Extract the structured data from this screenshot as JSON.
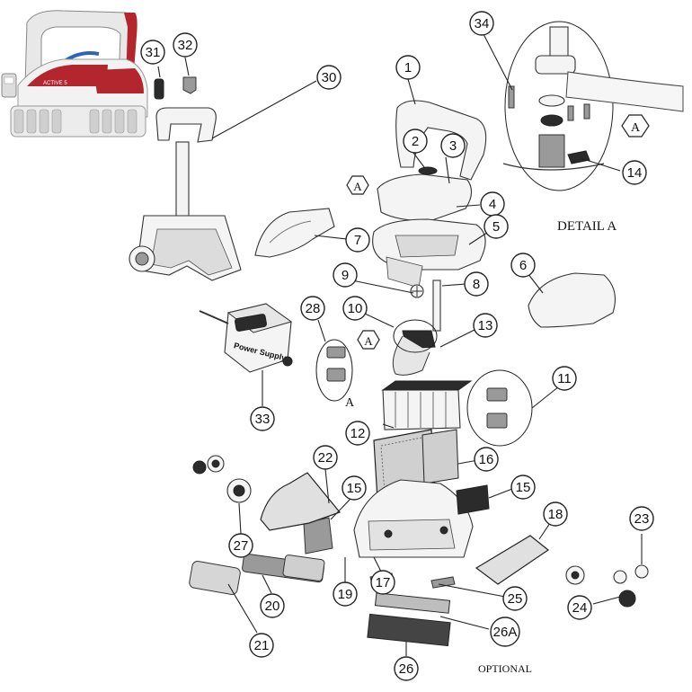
{
  "callouts": [
    "1",
    "2",
    "3",
    "4",
    "5",
    "6",
    "7",
    "8",
    "9",
    "10",
    "11",
    "12",
    "13",
    "14",
    "15",
    "15",
    "16",
    "17",
    "18",
    "19",
    "20",
    "21",
    "22",
    "23",
    "24",
    "25",
    "26A",
    "26",
    "27",
    "28",
    "30",
    "31",
    "32",
    "33",
    "34"
  ],
  "letters": {
    "hex_a1": "A",
    "hex_a2": "A",
    "hex_a3": "A",
    "plain_a": "A"
  },
  "texts": {
    "detail_a": "DETAIL A",
    "optional": "OPTIONAL",
    "power_supply": "Power Supply",
    "robot_model": "ACTIVE 5"
  },
  "colors": {
    "brand_red": "#b3262e",
    "line": "#222222",
    "cable_blue": "#2f62b8"
  }
}
